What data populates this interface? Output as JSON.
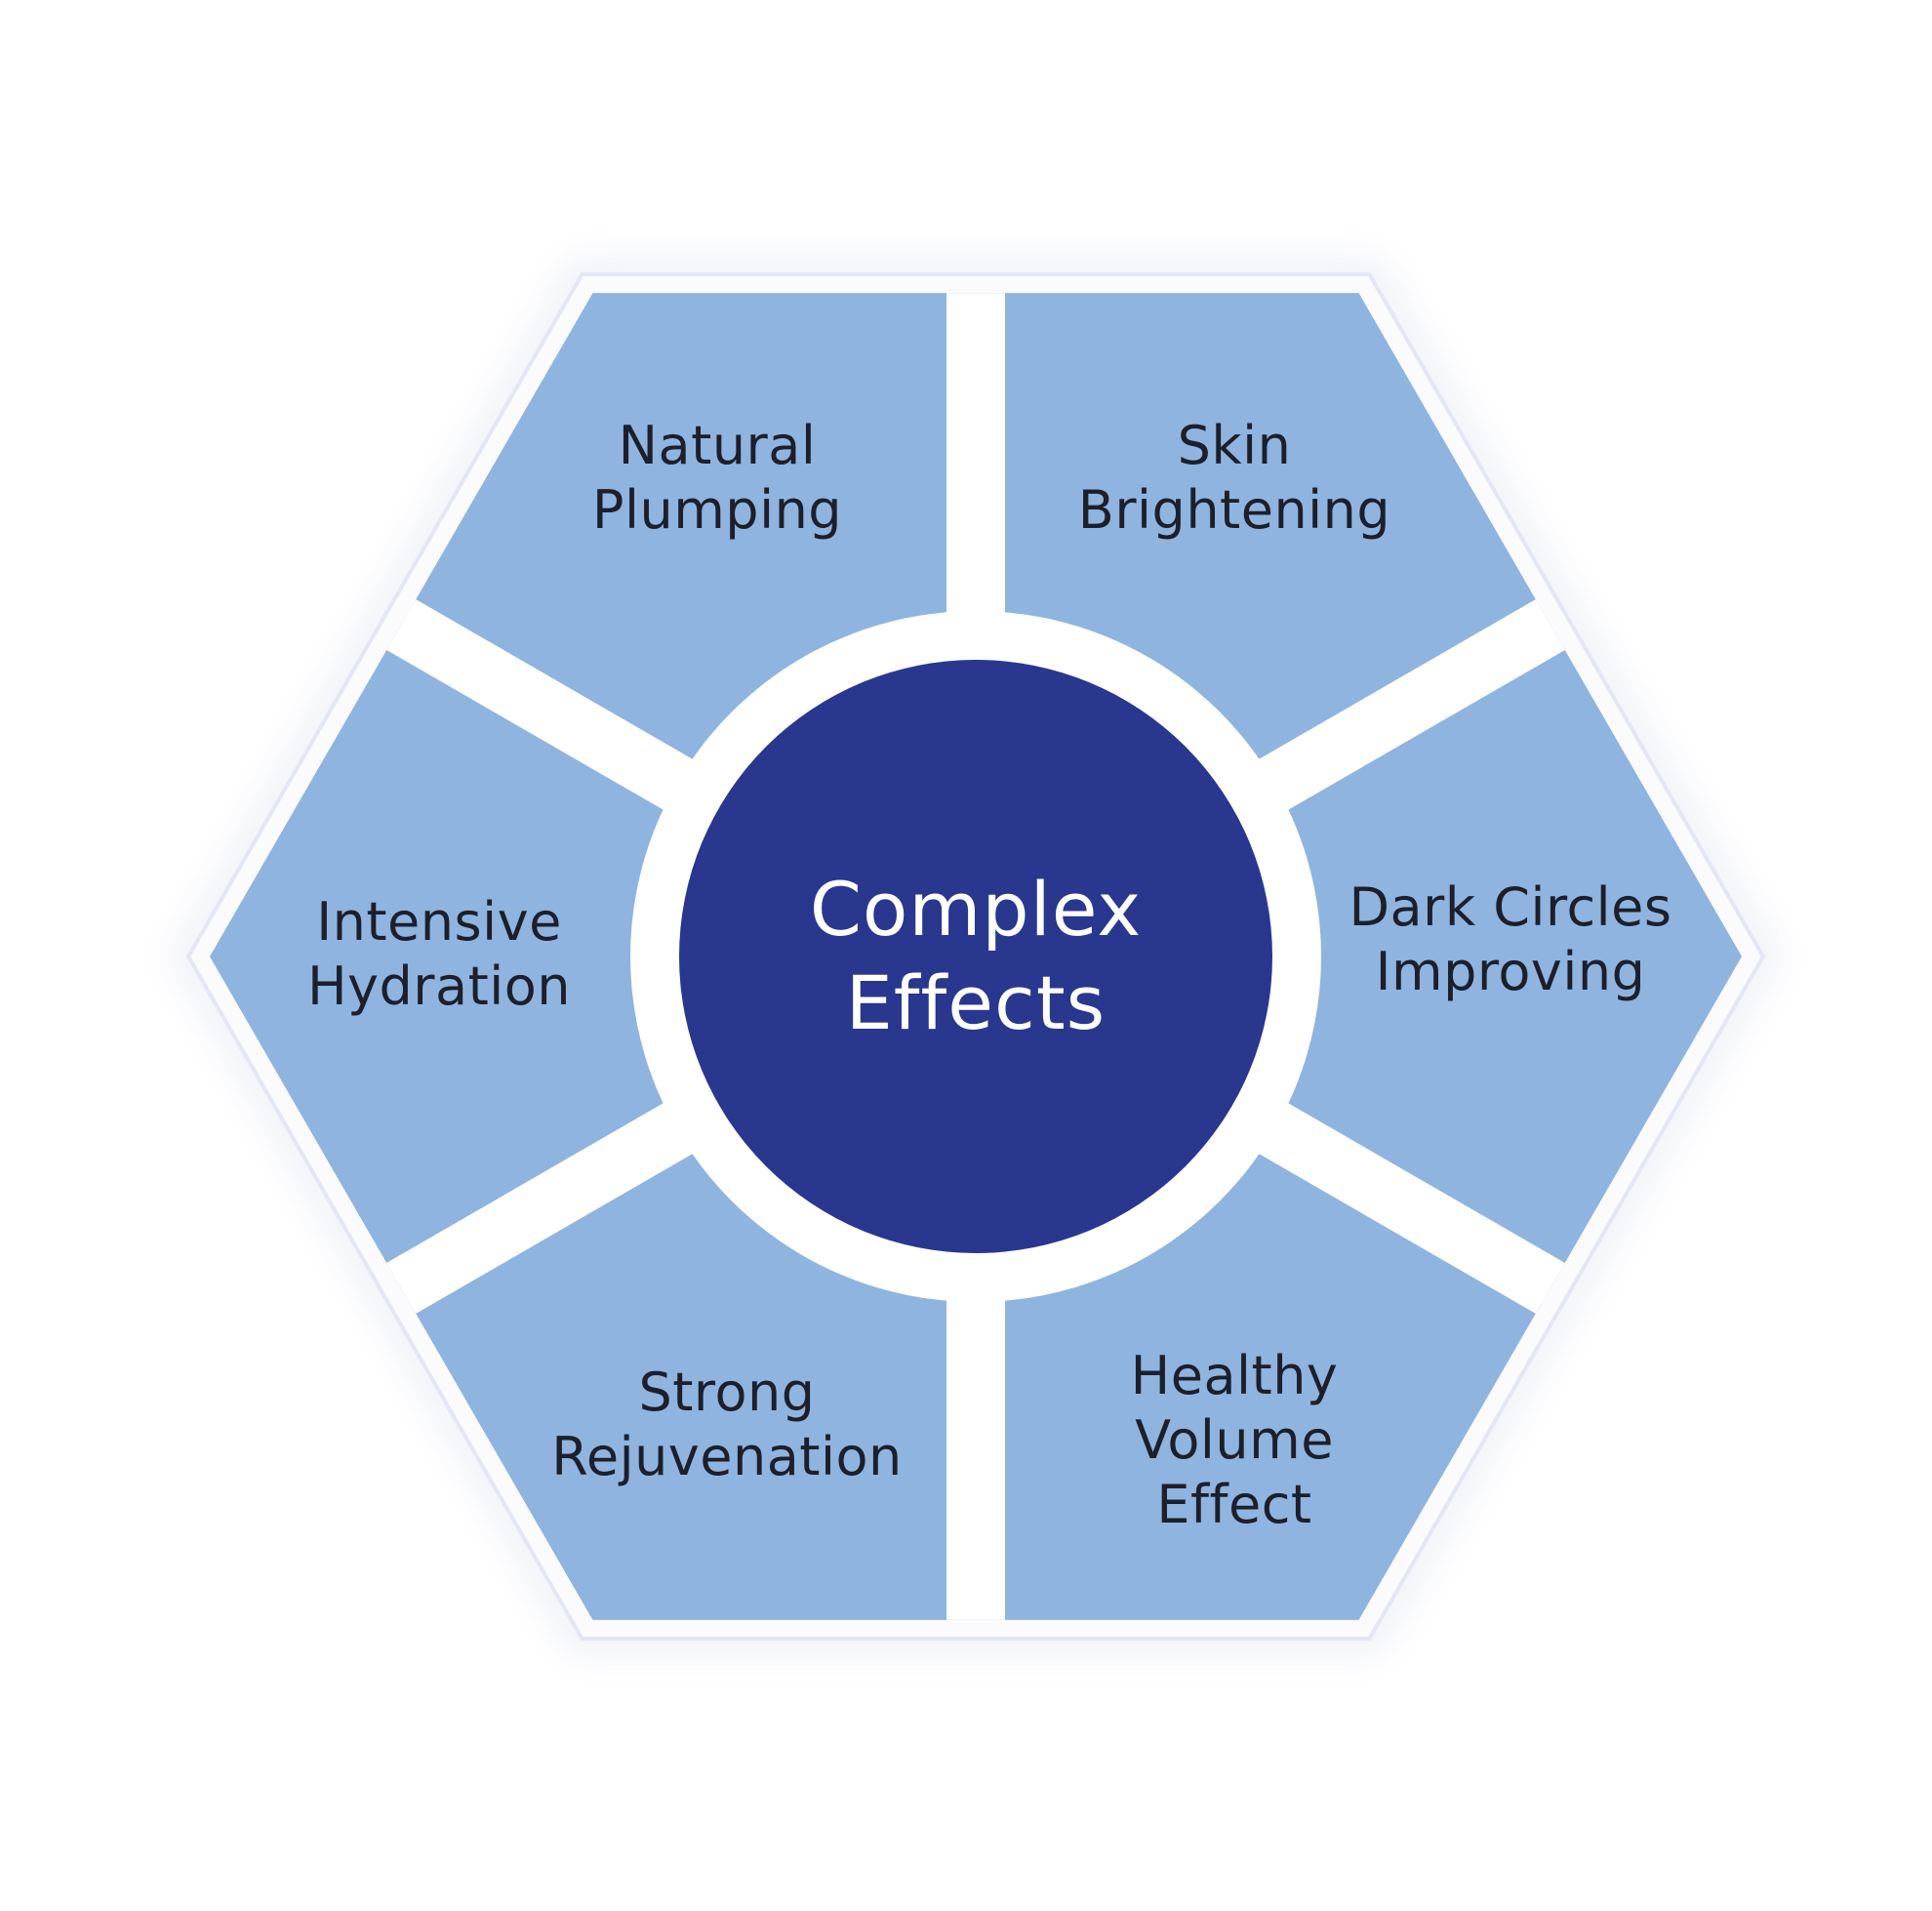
{
  "center": {
    "title": "Complex Effects",
    "color": "#29378e"
  },
  "segments": [
    {
      "id": "natural-plumping",
      "label": "Natural Plumping"
    },
    {
      "id": "skin-brightening",
      "label": "Skin Brightening"
    },
    {
      "id": "dark-circles-improving",
      "label": "Dark Circles Improving"
    },
    {
      "id": "healthy-volume-effect",
      "label": "Healthy Volume Effect"
    },
    {
      "id": "strong-rejuvenation",
      "label": "Strong Rejuvenation"
    },
    {
      "id": "intensive-hydration",
      "label": "Intensive Hydration"
    }
  ],
  "colors": {
    "segment_fill": "#8fb4df",
    "outline": "#e3e7f3",
    "background": "#ffffff"
  }
}
